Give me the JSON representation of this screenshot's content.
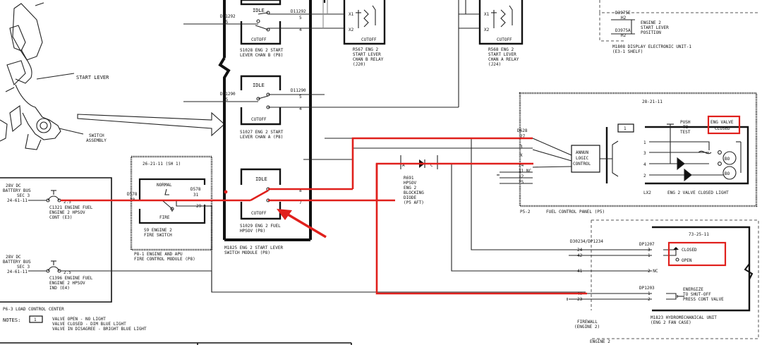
{
  "labels": {
    "start_lever": "START LEVER",
    "switch_assembly_1": "SWITCH",
    "switch_assembly_2": "ASSEMBLY",
    "d11292": "D11292",
    "d11292_pin": "15",
    "d11292_r": "D11292",
    "d11290": "D11290",
    "d11290_pin": "15",
    "d11290_r": "D11290",
    "idle": "IDLE",
    "cutoff": "CUTOFF",
    "pin5": "5",
    "pin4": "4",
    "s1028_1": "S1028 ENG 2 START",
    "s1028_2": "LEVER CHAN B (P8)",
    "s1027_1": "S1027 ENG 2 START",
    "s1027_2": "LEVER CHAN A (P8)",
    "s1029_1": "S1029 ENG 2 FUEL",
    "s1029_2": "HPSOV (P8)",
    "m1825_1": "M1825  ENG 2 START LEVER",
    "m1825_2": "SWITCH MODULE (P8)",
    "x1": "X1",
    "x2": "X2",
    "r567_1": "R567  ENG 2",
    "r567_2": "START LEVER",
    "r567_3": "CHAN B RELAY",
    "r567_4": "(J20)",
    "r568_1": "R568  ENG 2",
    "r568_2": "START LEVER",
    "r568_3": "CHAN A RELAY",
    "r568_4": "(J24)",
    "d3975e": "D3975E",
    "h2a": "H2",
    "d3975a": "D3975A",
    "h2b": "H2",
    "eng2_pos_1": "ENGINE 2",
    "eng2_pos_2": "START LEVER",
    "eng2_pos_3": "POSITION",
    "m1808_1": "M1808  DISPLAY ELECTRONIC UNIT-1",
    "m1808_2": "(E3-1 SHELF)",
    "ref_28": "28-21-11",
    "note_ref_1": "1",
    "push_1": "PUSH",
    "push_2": "TO",
    "push_3": "TEST",
    "eng_valve_1": "ENG VALVE",
    "eng_valve_2": "CLOSED",
    "d628": "D628",
    "d628_27": "27",
    "pin_3": "3",
    "pin_x": "X",
    "pin_24": "24",
    "pin_11nc": "11 NC",
    "pin_12": "12",
    "pin_25": "25",
    "annun_1": "ANNUN",
    "annun_2": "LOGIC",
    "annun_3": "CONTROL",
    "lx2": "LX2",
    "lx2_text": "ENG 2 VALVE CLOSED LIGHT",
    "p5_2": "P5-2",
    "p5_text": "FUEL CONTROL PANEL (P5)",
    "lp1": "1",
    "lp3": "3",
    "lp4": "4",
    "lp2": "2",
    "diode_a": "A",
    "diode_c": "C",
    "r691_1": "R691",
    "r691_2": "HPSOV",
    "r691_3": "ENG 2",
    "r691_4": "BLOCKING",
    "r691_5": "DIODE",
    "r691_6": "(P5 AFT)",
    "ref_26": "26-21-11 (SH 1)",
    "normal": "NORMAL",
    "fire": "FIRE",
    "d578_l": "D578",
    "d578_l_pin": "30",
    "d578_r": "D578",
    "d578_r_pin": "31",
    "pin29": "29",
    "pin_a": "8",
    "pin_b": "7",
    "s9_1": "S9        ENGINE 2",
    "s9_2": "FIRE SWITCH",
    "p8_1_1": "P8-1  ENGINE AND APU",
    "p8_1_2": "FIRE CONTROL MODULE (P8)",
    "bus1_1": "28V DC",
    "bus1_2": "BATTERY BUS",
    "bus1_3": "SEC 3",
    "bus1_4": "24-61-11",
    "cb1_val": "2.5",
    "c1321_1": "C1321  ENGINE FUEL",
    "c1321_2": "ENGINE 2 HPSOV",
    "c1321_3": "CONT (E3)",
    "bus2_1": "28V DC",
    "bus2_2": "BATTERY BUS",
    "bus2_3": "SEC 3",
    "bus2_4": "24-61-11",
    "cb2_val": "2.5",
    "c1396_1": "C1396  ENGINE FUEL",
    "c1396_2": "ENGINE 2 HPSOV",
    "c1396_3": "IND (E4)",
    "p6_3": "P6-3   LOAD CONTROL CENTER",
    "notes": "NOTES:",
    "note_1": "1",
    "note_line1": "VALVE OPEN - NO LIGHT",
    "note_line2": "VALVE CLOSED - DIM BLUE LIGHT",
    "note_line3": "VALVE IN DISAGREE - BRIGHT BLUE LIGHT",
    "d30234": "D30234/DP1234",
    "p24": "24",
    "p42": "42",
    "p41": "41",
    "p40": "40",
    "p23": "23",
    "dp1207": "DP1207",
    "dp_3": "3",
    "dp_1": "1",
    "dp_2nc": "2 NC",
    "dp1203": "DP1203",
    "dp_1b": "1",
    "dp_2b": "2",
    "ref_73": "73-25-11",
    "closed": "CLOSED",
    "open": "OPEN",
    "energize_1": "ENERGIZE",
    "energize_2": "TO SHUT-OFF",
    "energize_3": "PRESS CONT VALVE",
    "m1823_1": "M1823   HYDROMECHANICAL UNIT",
    "m1823_2": "(ENG 2 FAN CASE)",
    "firewall_1": "FIREWALL",
    "firewall_2": "(ENGINE 2)",
    "engine2": "ENGINE 2"
  },
  "colors": {
    "highlight": "#e0201c",
    "line": "#222222"
  }
}
